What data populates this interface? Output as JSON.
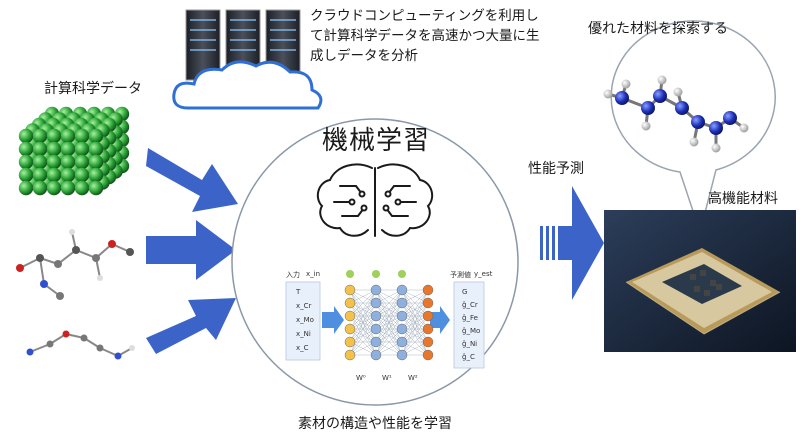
{
  "texts": {
    "cloud_caption": "クラウドコンピューティングを利用して計算科学データを高速かつ大量に生成しデータを分析",
    "data_label": "計算科学データ",
    "ml_title": "機械学習",
    "perf_label": "性能予測",
    "search_label": "優れた材料を探索する",
    "material_label": "高機能材料",
    "learn_label": "素材の構造や性能を学習"
  },
  "nn": {
    "input_title": "入力",
    "input_var": "x_in",
    "output_title": "予測値",
    "output_var": "y_est",
    "inputs": [
      "T",
      "x_Cr",
      "x_Mo",
      "x_Ni",
      "x_C"
    ],
    "outputs": [
      "G",
      "ĝ_Cr",
      "ĝ_Fe",
      "ĝ_Mo",
      "ĝ_Ni",
      "ĝ_C"
    ],
    "weights": [
      "W⁰",
      "W¹",
      "W²"
    ]
  },
  "colors": {
    "arrow_blue": "#3c64c8",
    "input_node": "#f4c24a",
    "hidden_node": "#8eb0df",
    "output_node": "#e8772b"
  }
}
